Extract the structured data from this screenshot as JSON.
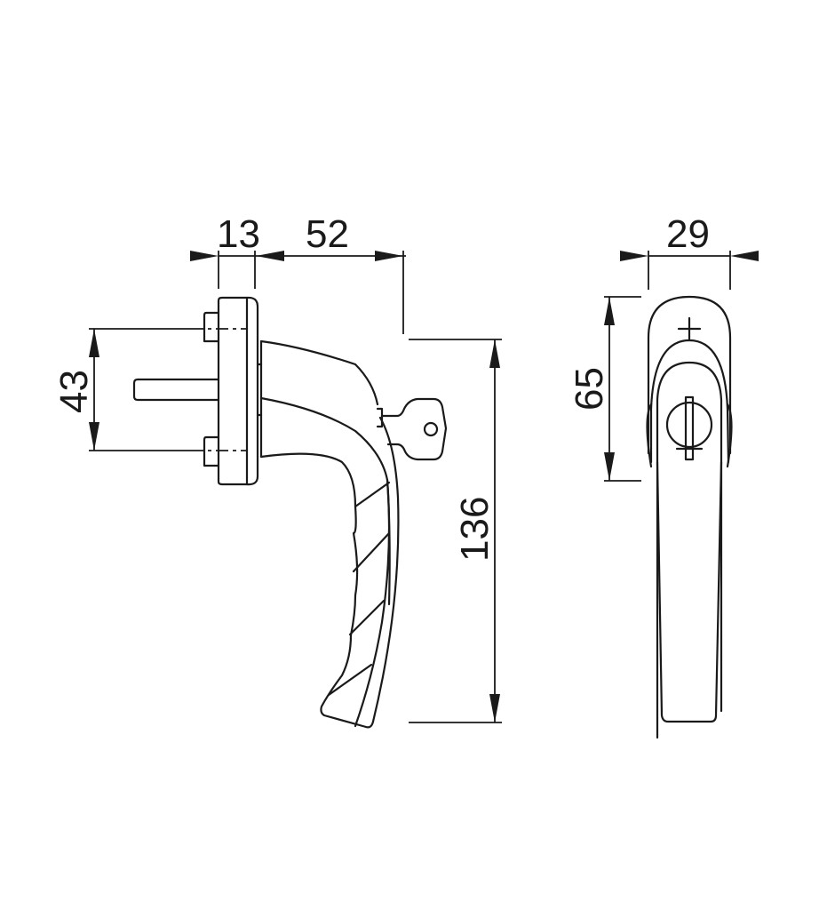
{
  "drawing": {
    "title": "Window handle with lock - technical drawing",
    "line_color": "#1a1a1a",
    "background": "#ffffff",
    "side_view": {
      "dimensions": {
        "rose_depth": "13",
        "handle_projection": "52",
        "screw_spacing": "43",
        "handle_length": "136"
      }
    },
    "front_view": {
      "dimensions": {
        "rose_width": "29",
        "rose_height": "65"
      }
    }
  }
}
